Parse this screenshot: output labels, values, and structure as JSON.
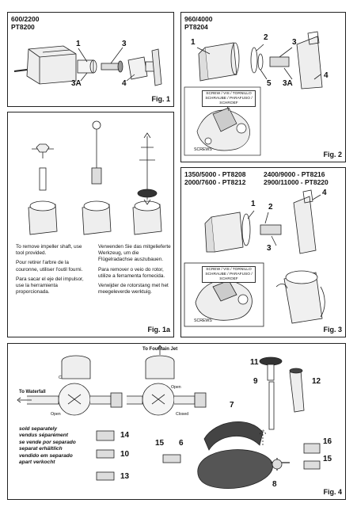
{
  "fig1": {
    "model_a": "600/2200",
    "model_b": "PT8200",
    "callouts": [
      "1",
      "3",
      "3A",
      "4"
    ],
    "caption": "Fig. 1"
  },
  "fig2": {
    "model_a": "960/4000",
    "model_b": "PT8204",
    "callouts": [
      "1",
      "2",
      "3",
      "3A",
      "4",
      "5"
    ],
    "screw_label": [
      "SCREW / VIS / TORNILLO",
      "SCHRAUBE / PARAFUSO /",
      "SCHROEF"
    ],
    "small_label": "SCREWS",
    "caption": "Fig. 2"
  },
  "fig1a": {
    "text_left": [
      "To remove impeller shaft, use tool provided.",
      "Pour retirer l'arbre de la couronne, utiliser l'outil fourni.",
      "Para sacar el eje del impulsor, use la herramienta proporcionada."
    ],
    "text_right": [
      "Verwenden Sie das mitgelieferte Werkzeug, um die Flügelradachse auszubauen.",
      "Para remover o veio do rotor, utilize a ferramenta fornecida.",
      "Verwijder de rotorstang met het meegeleverde werktuig."
    ],
    "caption": "Fig. 1a"
  },
  "fig3": {
    "models_left": [
      "1350/5000 - PT8208",
      "2000/7600 - PT8212"
    ],
    "models_right": [
      "2400/9000 - PT8216",
      "2900/11000 - PT8220"
    ],
    "callouts": [
      "1",
      "2",
      "3",
      "4"
    ],
    "screw_label": [
      "SCREW / VIS / TORNILLO",
      "SCHRAUBE / PARAFUSO /",
      "SCHROEF"
    ],
    "small_label": "SCREWS",
    "caption": "Fig. 3"
  },
  "fig4": {
    "to_fountain": "To Fountain Jet",
    "to_waterfall": "To Waterfall",
    "closed": "Closed",
    "open": "Open",
    "sold_separately": [
      "sold separately",
      "vendus séparément",
      "se vende por separado",
      "separat erhältlich",
      "vendido em separado",
      "apart verkocht"
    ],
    "callouts": [
      "11",
      "9",
      "12",
      "7",
      "15",
      "6",
      "14",
      "10",
      "13",
      "16",
      "15",
      "8"
    ],
    "caption": "Fig. 4"
  }
}
